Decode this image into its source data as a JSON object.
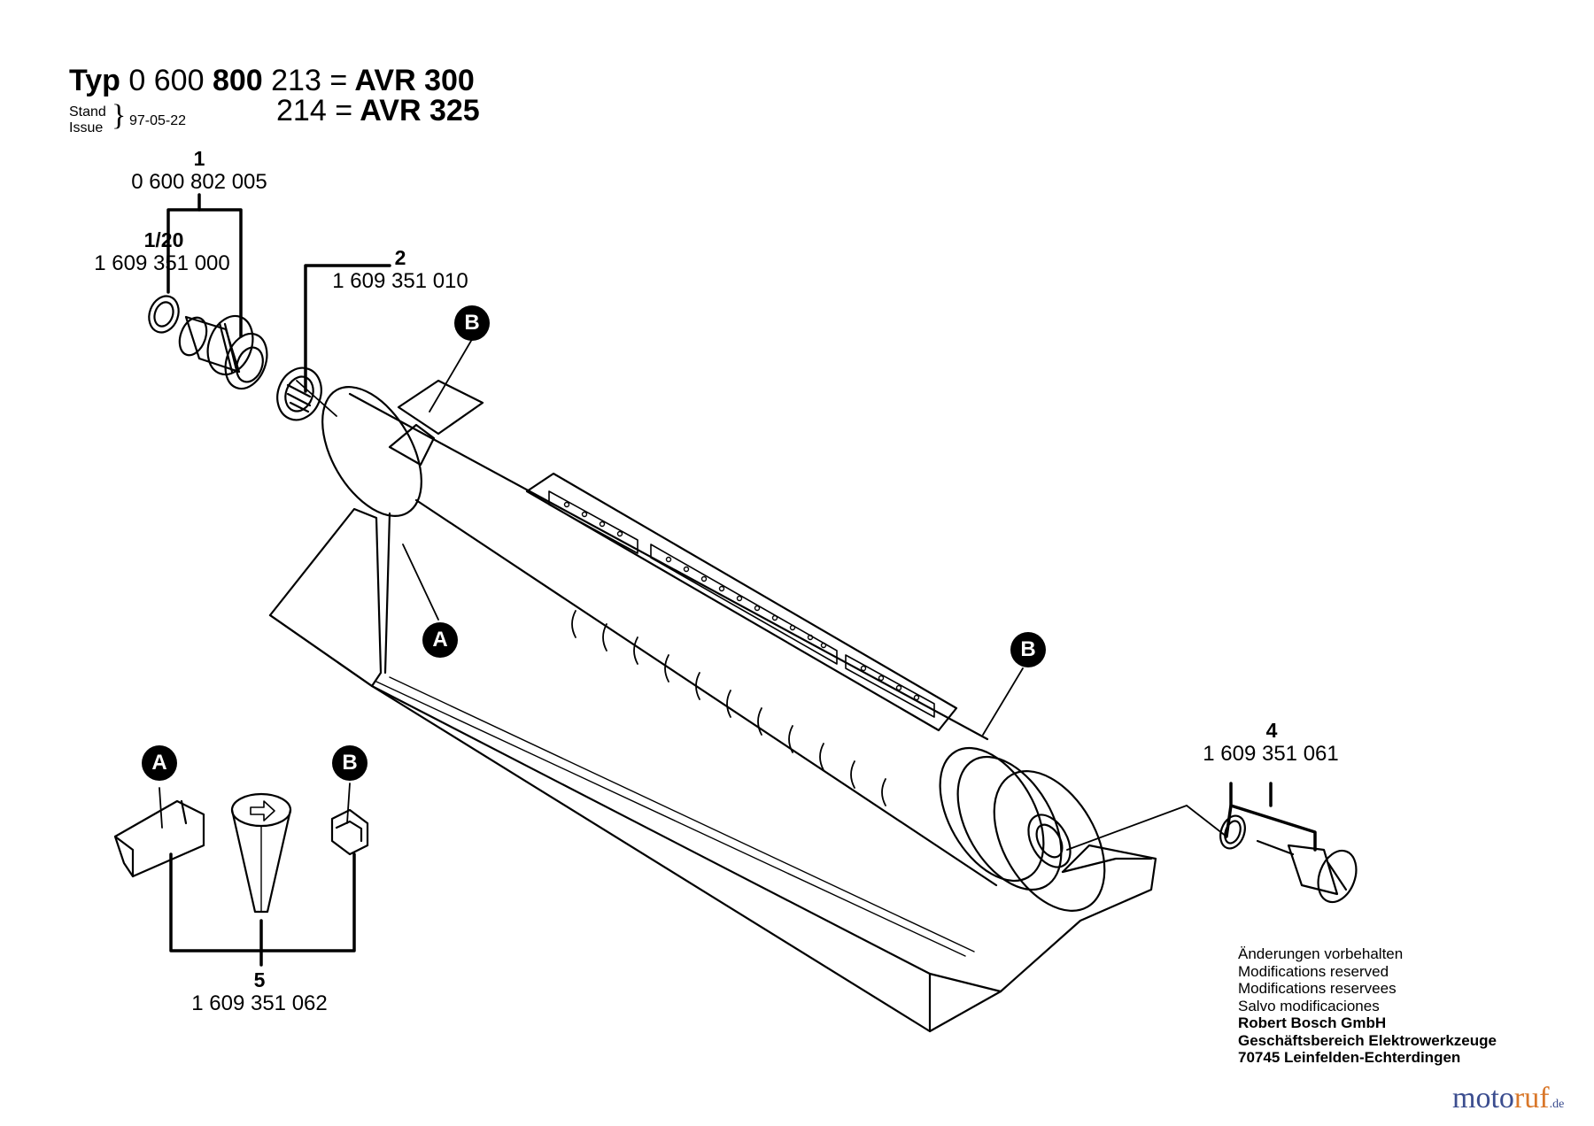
{
  "header": {
    "typ": "Typ",
    "prefix": "0 600",
    "bold_mid": "800",
    "v1_suffix": "213",
    "equals": "=",
    "v1_model": "AVR 300",
    "v2_suffix": "214",
    "v2_model": "AVR 325",
    "stand": "Stand",
    "issue": "Issue",
    "brace": "}",
    "date": "97-05-22"
  },
  "parts": [
    {
      "num": "1",
      "partno": "0 600 802 005"
    },
    {
      "num": "1/20",
      "partno": "1 609 351 000"
    },
    {
      "num": "2",
      "partno": "1 609 351 010"
    },
    {
      "num": "4",
      "partno": "1 609 351 061"
    },
    {
      "num": "5",
      "partno": "1 609 351 062"
    }
  ],
  "callouts": {
    "a": "A",
    "b": "B"
  },
  "notes": {
    "line1": "Änderungen vorbehalten",
    "line2": "Modifications reserved",
    "line3": "Modifications reservees",
    "line4": "Salvo modificaciones",
    "line5": "Robert Bosch GmbH",
    "line6": "Geschäftsbereich Elektrowerkzeuge",
    "line7": "70745 Leinfelden-Echterdingen"
  },
  "watermark": {
    "m": "moto",
    "r": "ruf",
    "de": ".de"
  }
}
